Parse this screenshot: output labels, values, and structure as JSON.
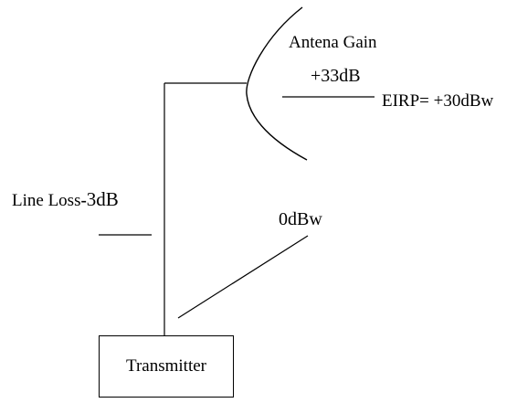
{
  "diagram": {
    "antenna_label_line1": "Antena Gain",
    "antenna_label_line2": "+33dB",
    "eirp_label": "EIRP= +30dBw",
    "line_loss_prefix": "Line Loss",
    "line_loss_dash": "-",
    "line_loss_value": "3dB",
    "power_label": "0dBw",
    "transmitter_label": "Transmitter"
  },
  "colors": {
    "stroke": "#000000",
    "background": "#ffffff"
  }
}
